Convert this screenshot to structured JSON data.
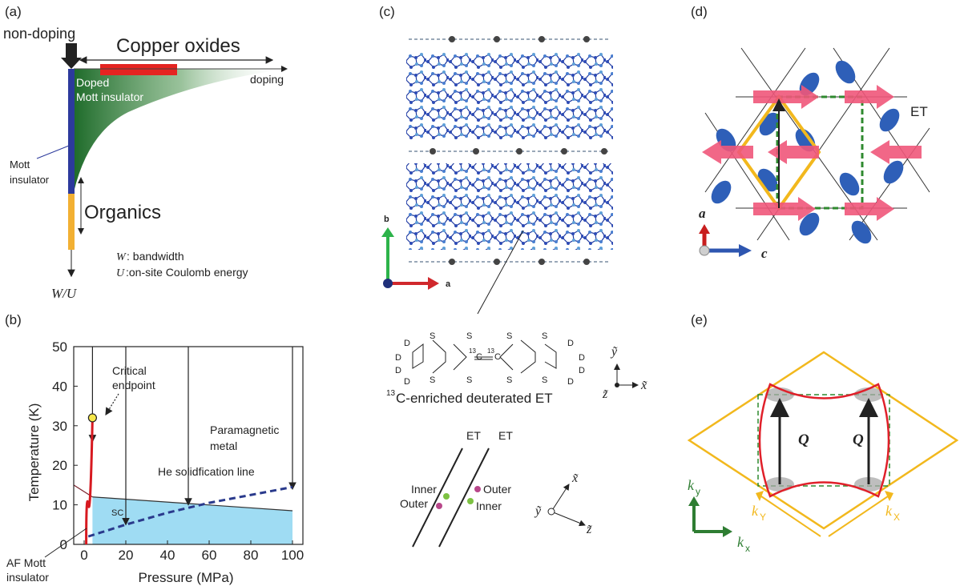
{
  "panel_labels": {
    "a": "(a)",
    "b": "(b)",
    "c": "(c)",
    "d": "(d)",
    "e": "(e)"
  },
  "panel_a": {
    "non_doping": "non-doping",
    "copper_oxides": "Copper oxides",
    "doping": "doping",
    "doped_line1": "Doped",
    "doped_line2": "Mott insulator",
    "mott_line1": "Mott",
    "mott_line2": "insulator",
    "organics": "Organics",
    "w_def_sym": "W",
    "w_def": ": bandwidth",
    "u_def_sym": "U",
    "u_def": ":on-site Coulomb energy",
    "axis": "W/U",
    "colors": {
      "mott_bar": "#2c3a9c",
      "organics_bar": "#f2b033",
      "cuprate_bar": "#e52421",
      "doped_fill": "#1e6b2a"
    }
  },
  "panel_b": {
    "ylabel": "Temperature (K)",
    "xlabel": "Pressure (MPa)",
    "y_ticks": [
      "0",
      "10",
      "20",
      "30",
      "40",
      "50"
    ],
    "x_ticks": [
      "0",
      "20",
      "40",
      "60",
      "80",
      "100"
    ],
    "critical_line1": "Critical",
    "critical_line2": "endpoint",
    "para_line1": "Paramagnetic",
    "para_line2": "metal",
    "he_line": "He solidfication line",
    "sc": "SC",
    "af_line1": "AF Mott",
    "af_line2": "insulator",
    "colors": {
      "sc_fill": "#9fdcf3",
      "mott_line": "#d71920",
      "he_line": "#2a3a8c",
      "endpoint": "#f7e84a"
    }
  },
  "chart_data": {
    "type": "line",
    "title": "",
    "xlabel": "Pressure (MPa)",
    "ylabel": "Temperature (K)",
    "xlim": [
      -5,
      105
    ],
    "ylim": [
      0,
      50
    ],
    "series": [
      {
        "name": "",
        "x": [
          1,
          2,
          4
        ],
        "y": [
          0,
          10,
          32
        ]
      },
      {
        "name": "He solidfication line",
        "x": [
          2,
          20,
          40,
          60,
          80,
          100
        ],
        "y": [
          2,
          5,
          8,
          10.5,
          12.5,
          14.5
        ]
      },
      {
        "name": "SC",
        "x": [
          4,
          100
        ],
        "y": [
          12,
          8.5
        ]
      }
    ],
    "critical_endpoint": {
      "x": 4,
      "y": 32
    },
    "measurement_pressures": [
      4,
      20,
      50,
      100
    ]
  },
  "panel_c": {
    "axis_b": "b",
    "axis_a": "a",
    "molecule_caption_prefix": "13",
    "molecule_caption": "C-enriched deuterated ET",
    "y_tilde": "ỹ",
    "x_tilde": "x̃",
    "z_tilde": "z̃",
    "atom_s": "S",
    "atom_d": "D",
    "atom_c": "C",
    "c13": "13",
    "et1": "ET",
    "et2": "ET",
    "inner": "Inner",
    "outer": "Outer",
    "outer2": "Outer",
    "inner2": "Inner"
  },
  "panel_d": {
    "et_label": "ET",
    "axis_a": "a",
    "axis_c": "c",
    "colors": {
      "arrow": "#f0567a",
      "cell": "#f2b81d",
      "dashed": "#2f8a2f",
      "molecule": "#2e5fb8"
    }
  },
  "panel_e": {
    "q1": "Q",
    "q2": "Q",
    "ky": "k",
    "ky_sub": "y",
    "kx": "k",
    "kx_sub": "x",
    "kY": "k",
    "kY_sub": "Y",
    "kX": "k",
    "kX_sub": "X",
    "colors": {
      "bz": "#f2b81d",
      "fermi": "#e0202a",
      "axes": "#2e7d32",
      "dashed": "#2f8a2f"
    }
  }
}
